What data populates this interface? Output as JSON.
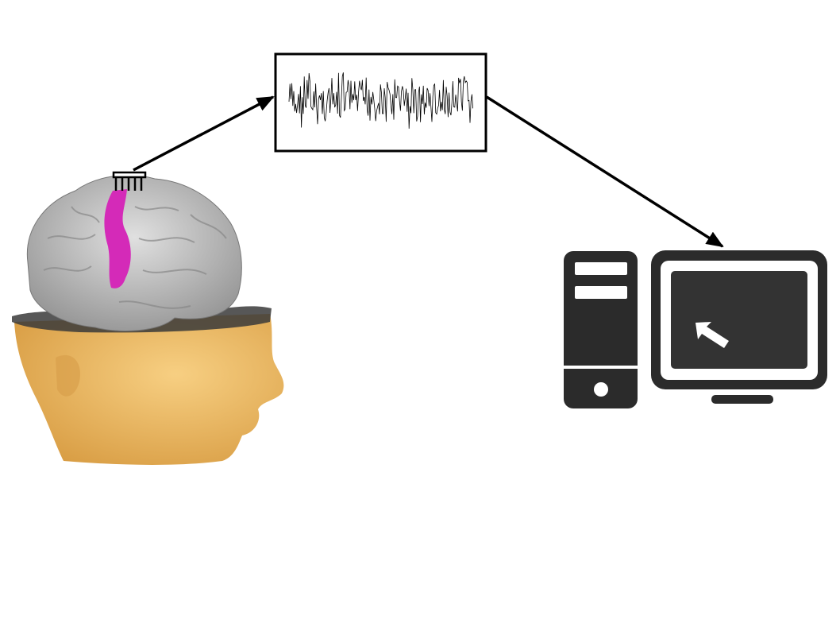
{
  "diagram": {
    "nodes": [
      {
        "id": "head-brain",
        "icon": "head-with-brain-icon"
      },
      {
        "id": "signal",
        "icon": "neural-signal-waveform-icon"
      },
      {
        "id": "computer",
        "icon": "desktop-computer-icon"
      }
    ],
    "edges": [
      {
        "from": "head-brain",
        "to": "signal"
      },
      {
        "from": "signal",
        "to": "computer"
      }
    ]
  },
  "colors": {
    "skin": "#f2bf6a",
    "brain": "#bdbdbd",
    "motor_cortex": "#d42ab8",
    "computer": "#2b2b2b",
    "stroke": "#000000"
  }
}
